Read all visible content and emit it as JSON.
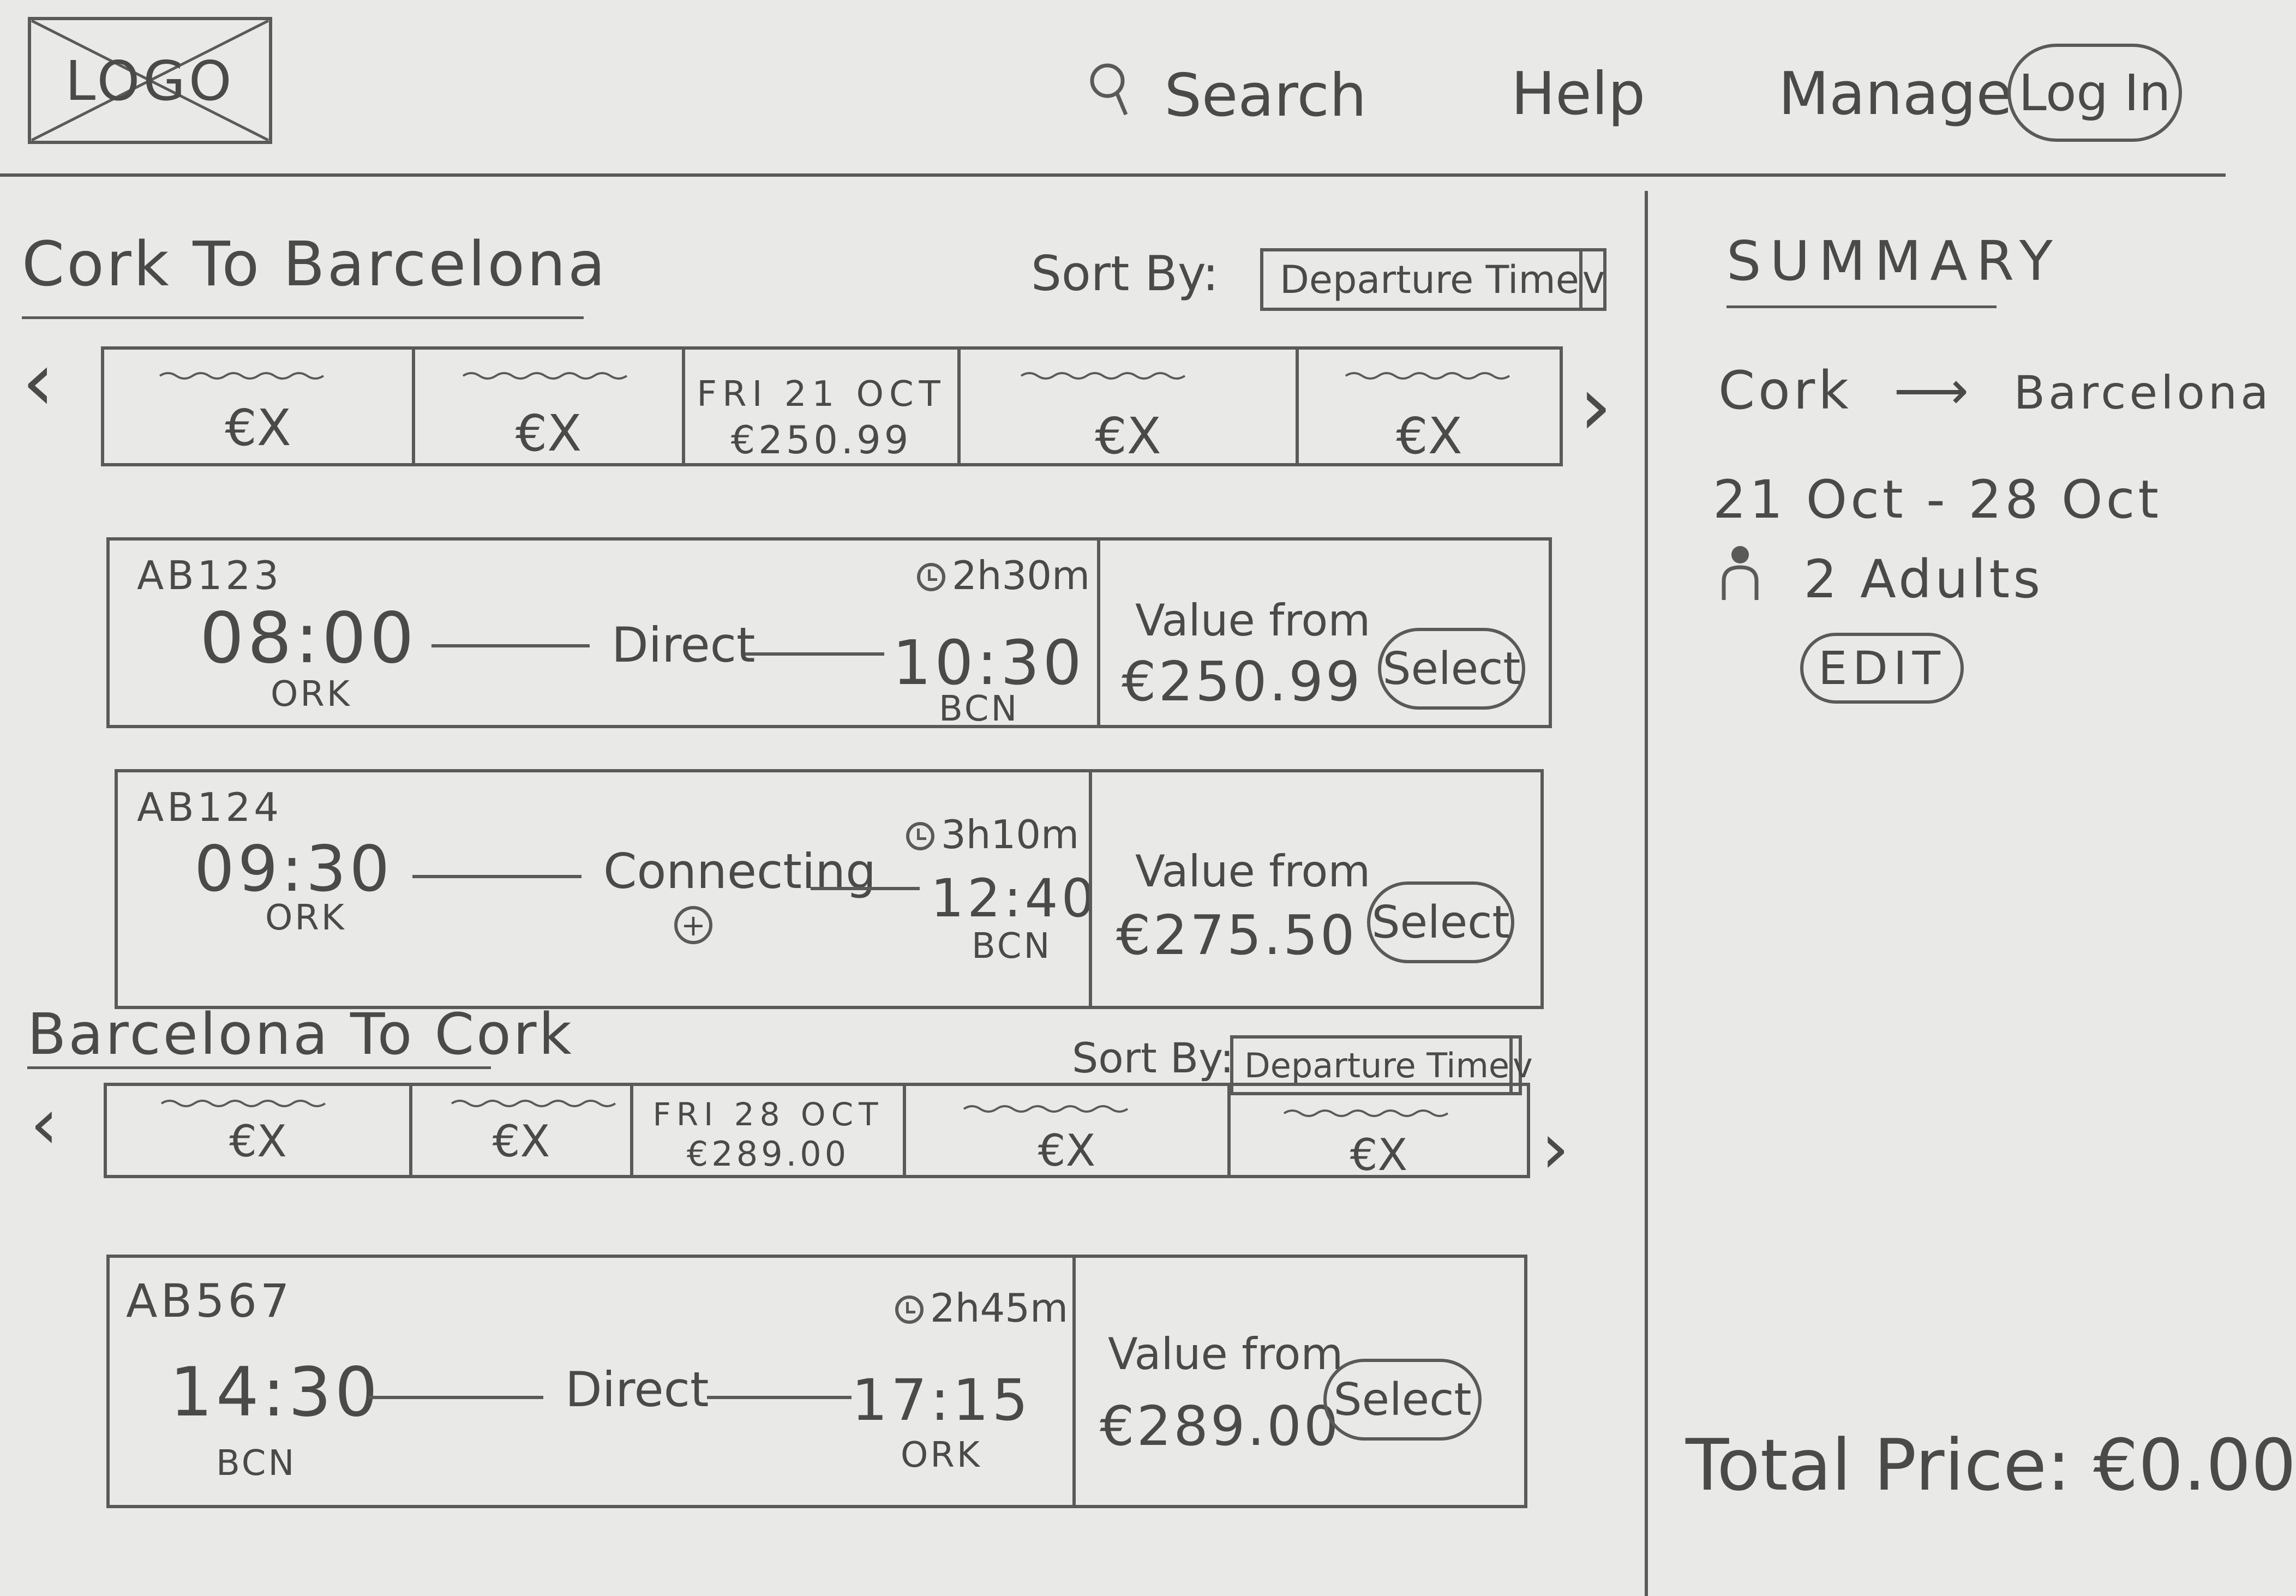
{
  "header": {
    "logo": "LOGO",
    "nav": {
      "search": "Search",
      "help": "Help",
      "manage": "Manage",
      "login": "Log In"
    }
  },
  "outbound": {
    "title": "Cork To Barcelona",
    "sort_label": "Sort By:",
    "sort_value": "Departure Time",
    "dates": [
      {
        "price": "€X",
        "date": ""
      },
      {
        "price": "€X",
        "date": ""
      },
      {
        "price": "€250.99",
        "date": "FRI 21 OCT"
      },
      {
        "price": "€X",
        "date": ""
      },
      {
        "price": "€X",
        "date": ""
      }
    ],
    "flights": [
      {
        "number": "AB123",
        "duration": "2h30m",
        "dep_time": "08:00",
        "dep_code": "ORK",
        "stop": "Direct",
        "arr_time": "10:30",
        "arr_code": "BCN",
        "value_label": "Value from",
        "price": "€250.99",
        "select": "Select"
      },
      {
        "number": "AB124",
        "duration": "3h10m",
        "dep_time": "09:30",
        "dep_code": "ORK",
        "stop": "Connecting",
        "arr_time": "12:40",
        "arr_code": "BCN",
        "value_label": "Value from",
        "price": "€275.50",
        "select": "Select"
      }
    ]
  },
  "return": {
    "title": "Barcelona To Cork",
    "sort_label": "Sort By:",
    "sort_value": "Departure Time",
    "dates": [
      {
        "price": "€X",
        "date": ""
      },
      {
        "price": "€X",
        "date": ""
      },
      {
        "price": "€289.00",
        "date": "FRI 28 OCT"
      },
      {
        "price": "€X",
        "date": ""
      },
      {
        "price": "€X",
        "date": ""
      }
    ],
    "flights": [
      {
        "number": "AB567",
        "duration": "2h45m",
        "dep_time": "14:30",
        "dep_code": "BCN",
        "stop": "Direct",
        "arr_time": "17:15",
        "arr_code": "ORK",
        "value_label": "Value from",
        "price": "€289.00",
        "select": "Select"
      }
    ]
  },
  "summary": {
    "title": "SUMMARY",
    "from": "Cork",
    "to": "Barcelona",
    "dates": "21 Oct - 28 Oct",
    "passengers": "2 Adults",
    "edit": "EDIT",
    "total": "Total Price: €0.00"
  }
}
